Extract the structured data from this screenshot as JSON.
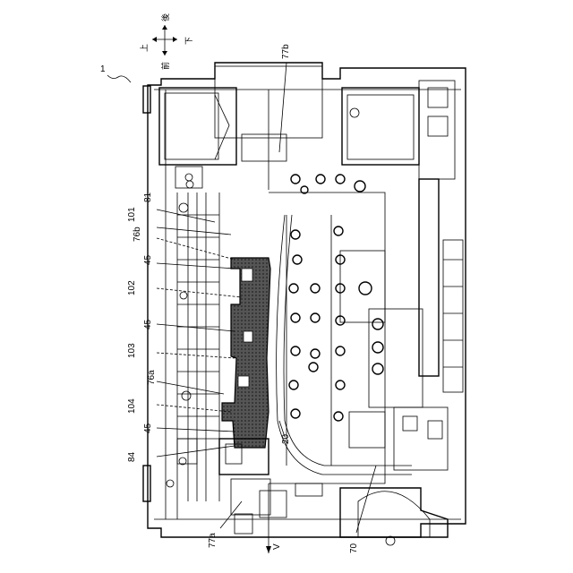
{
  "figure": {
    "reference_numeral": "1",
    "orientation": {
      "up": "上",
      "down": "下",
      "front": "前",
      "rear": "後"
    },
    "callouts": [
      "81",
      "101",
      "76b",
      "45",
      "102",
      "45",
      "103",
      "76a",
      "104",
      "45",
      "84",
      "77a",
      "77b",
      "70",
      "20",
      "V"
    ]
  }
}
